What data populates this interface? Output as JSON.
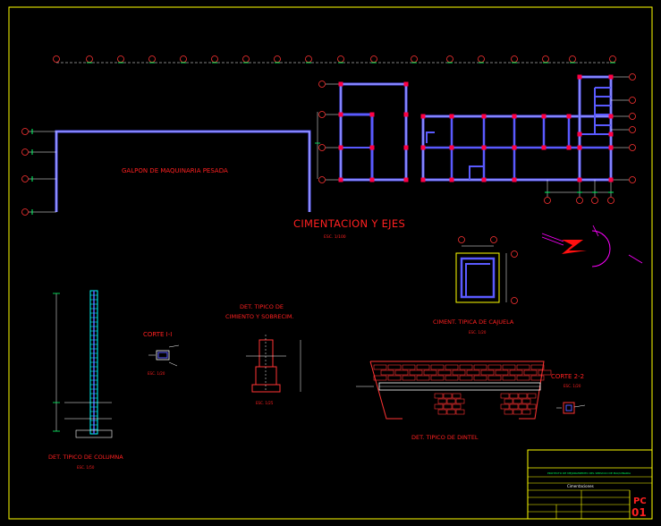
{
  "sheet": {
    "main_title": "CIMENTACION Y EJES",
    "main_scale": "ESC. 1/100",
    "galpon_label": "GALPON DE MAQUINARIA PESADA",
    "details": {
      "columna_title": "DET. TIPICO DE COLUMNA",
      "columna_scale": "ESC. 1/50",
      "corte11_title": "CORTE I-I",
      "corte11_scale": "ESC. 1/20",
      "cimiento_title_1": "DET. TIPICO DE",
      "cimiento_title_2": "CIMIENTO Y SOBRECIM.",
      "cimiento_scale": "ESC. 1/25",
      "cajuela_title": "CIMENT. TIPICA DE CAJUELA",
      "cajuela_scale": "ESC. 1/20",
      "dintel_title": "DET. TIPICO DE DINTEL",
      "corte22_title": "CORTE 2-2",
      "corte22_scale": "ESC. 1/20"
    }
  },
  "title_block": {
    "project": "PROYECTO DE MEJORAMIENTO DEL SERVICIO DE MAQUINARIA",
    "sheet_name": "Cimentaciones",
    "sheet_code": "PC",
    "sheet_number": "01"
  },
  "colors": {
    "background": "#000000",
    "frame": "#ffff00",
    "walls": "#5a5aff",
    "columns": "#ff0044",
    "axes": "#ff3333",
    "dims": "#00ff66",
    "text_red": "#ff2020",
    "text_green": "#00ff55",
    "text_yellow": "#ffff00",
    "white": "#ffffff",
    "magenta": "#ff00ff",
    "cyan": "#00ffff"
  }
}
